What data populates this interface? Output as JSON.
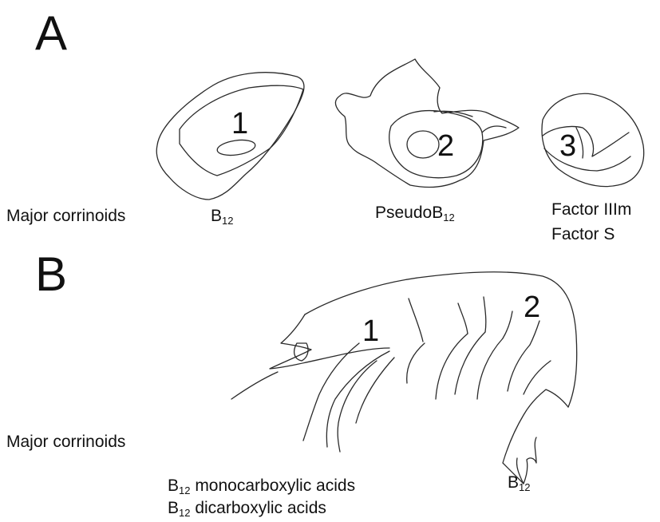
{
  "panel_a": {
    "letter": "A",
    "row_label": "Major corrinoids",
    "organisms": [
      {
        "number": "1",
        "compound_base": "B",
        "compound_sub": "12"
      },
      {
        "number": "2",
        "compound_base": "PseudoB",
        "compound_sub": "12"
      },
      {
        "number": "3",
        "compound_line1": "Factor IIIm",
        "compound_line2": "Factor S"
      }
    ]
  },
  "panel_b": {
    "letter": "B",
    "row_label": "Major corrinoids",
    "regions": [
      {
        "number": "1",
        "compound_line1_base": "B",
        "compound_line1_sub": "12",
        "compound_line1_rest": " monocarboxylic acids",
        "compound_line2_base": "B",
        "compound_line2_sub": "12",
        "compound_line2_rest": " dicarboxylic acids"
      },
      {
        "number": "2",
        "compound_base": "B",
        "compound_sub": "12"
      }
    ]
  }
}
